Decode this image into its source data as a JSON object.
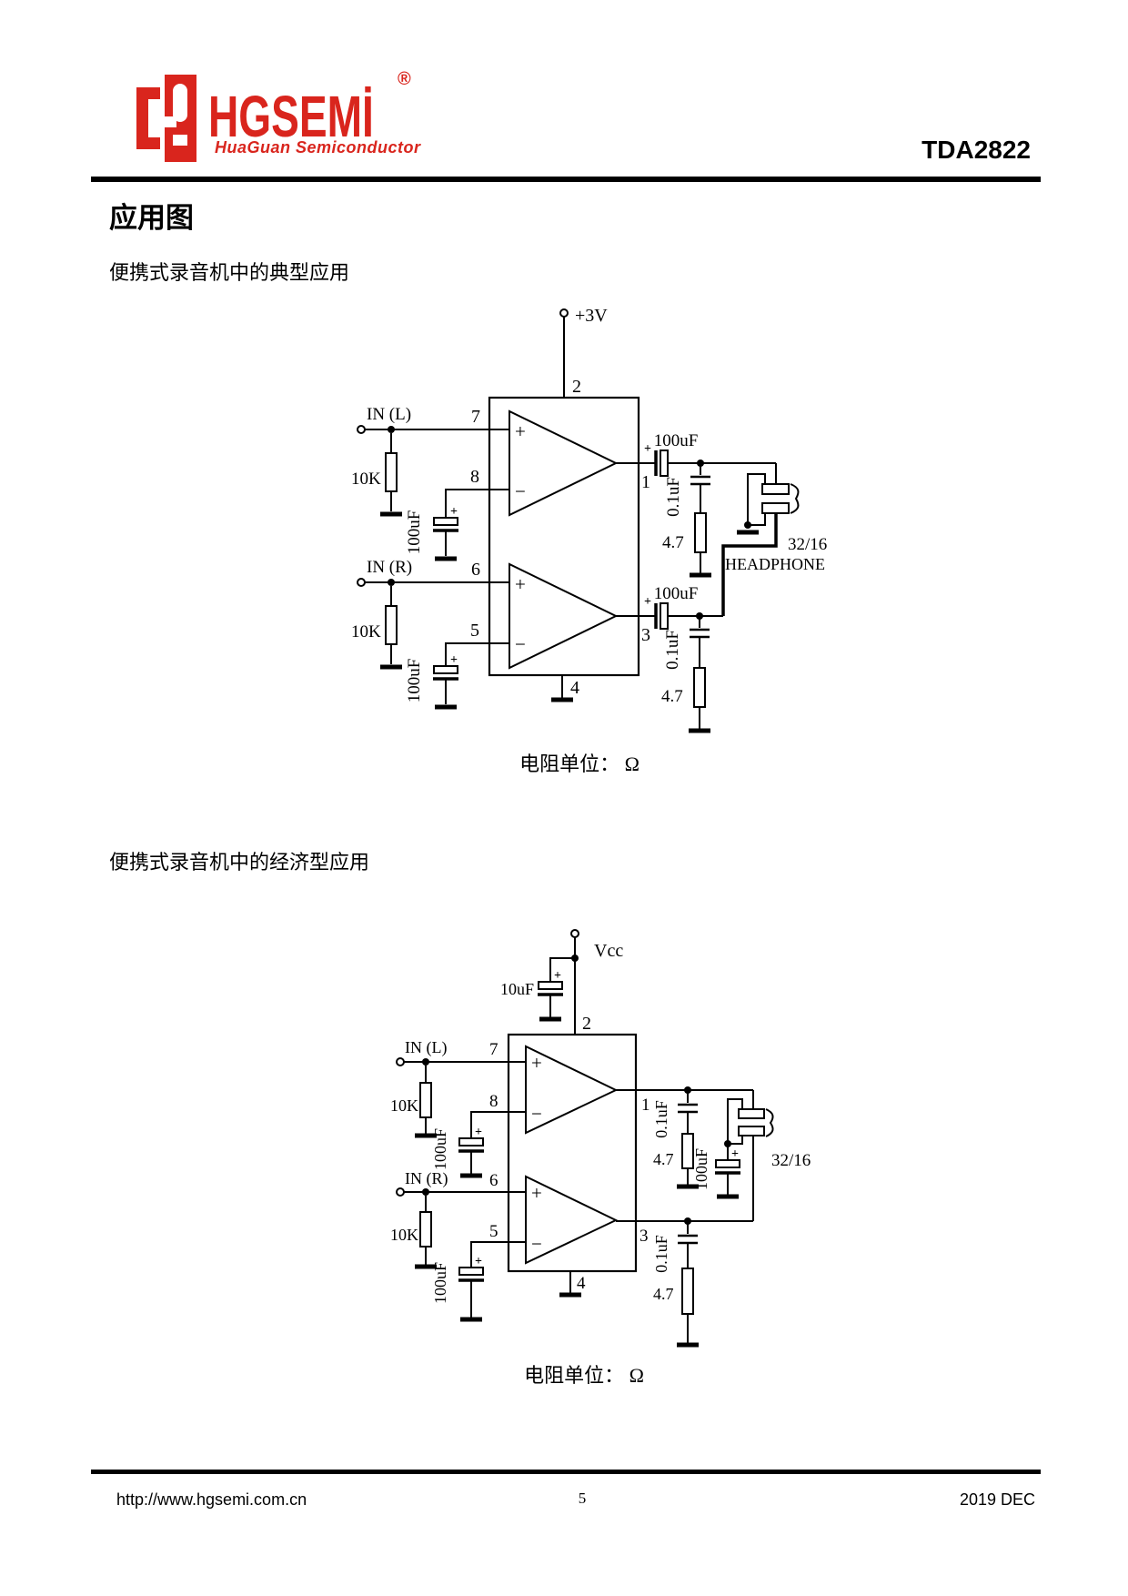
{
  "header": {
    "brand": "HGSEMİ",
    "registered_mark": "®",
    "tagline": "HuaGuan Semiconductor",
    "brand_color": "#d9251d",
    "part_number": "TDA2822"
  },
  "titles": {
    "page_title": "应用图",
    "caption_typical": "便携式录音机中的典型应用",
    "caption_economy": "便携式录音机中的经济型应用",
    "resistor_unit_note_1": "电阻单位： Ω",
    "resistor_unit_note_2": "电阻单位： Ω"
  },
  "circuit1": {
    "supply": "+3V",
    "pin1": "1",
    "pin2": "2",
    "pin3": "3",
    "pin4": "4",
    "pin5": "5",
    "pin6": "6",
    "pin7": "7",
    "pin8": "8",
    "input_left": "IN (L)",
    "input_right": "IN (R)",
    "r_in_left": "10K",
    "r_in_right": "10K",
    "c_fb_left": "100uF",
    "c_fb_right": "100uF",
    "c_out_left": "100uF",
    "c_out_right": "100uF",
    "c_zobel_left": "0.1uF",
    "c_zobel_right": "0.1uF",
    "r_zobel_left": "4.7",
    "r_zobel_right": "4.7",
    "load_impedance": "32/16",
    "load_name": "HEADPHONE",
    "plus": "+",
    "minus": "−",
    "polarity": "+"
  },
  "circuit2": {
    "supply": "Vcc",
    "c_bypass": "10uF",
    "pin1": "1",
    "pin2": "2",
    "pin3": "3",
    "pin4": "4",
    "pin5": "5",
    "pin6": "6",
    "pin7": "7",
    "pin8": "8",
    "input_left": "IN (L)",
    "input_right": "IN (R)",
    "r_in_left": "10K",
    "r_in_right": "10K",
    "c_fb_left": "100uF",
    "c_fb_right": "100uF",
    "c_zobel_left": "0.1uF",
    "c_zobel_right": "0.1uF",
    "r_zobel_left": "4.7",
    "r_zobel_right": "4.7",
    "c_out_common": "100uF",
    "load_impedance": "32/16",
    "plus": "+",
    "minus": "−",
    "polarity": "+"
  },
  "footer": {
    "url": "http://www.hgsemi.com.cn",
    "page_number": "5",
    "date": "2019 DEC"
  }
}
